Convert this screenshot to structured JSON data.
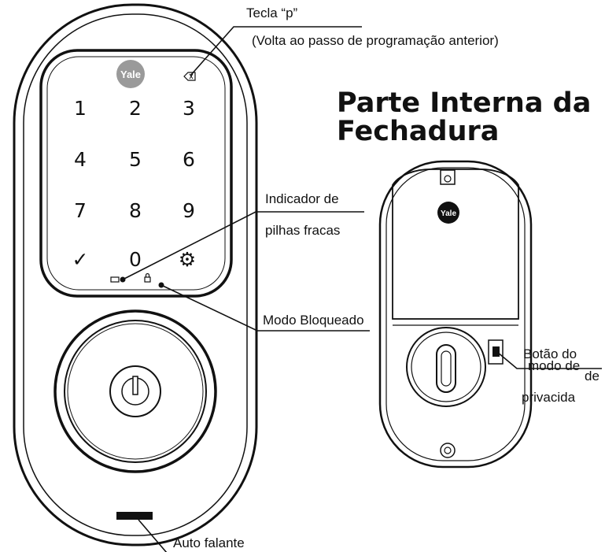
{
  "title": {
    "line1": "Parte Interna da",
    "line2": "Fechadura"
  },
  "keypad": {
    "brand": "Yale",
    "keys": [
      "1",
      "2",
      "3",
      "4",
      "5",
      "6",
      "7",
      "8",
      "9",
      "✓",
      "0",
      "⚙"
    ]
  },
  "interior": {
    "brand": "Yale"
  },
  "callouts": {
    "tecla_p": "Tecla “p”",
    "tecla_p_desc": "(Volta ao passo de programação anterior)",
    "indicador_l1": "Indicador de",
    "indicador_l2": "pilhas fracas",
    "modo_bloqueado": "Modo Bloqueado",
    "botao_l1": "Botão do",
    "botao_l2a": "modo de",
    "botao_l2b": "de",
    "botao_l3": "privacida",
    "auto_falante": "Auto falante"
  }
}
